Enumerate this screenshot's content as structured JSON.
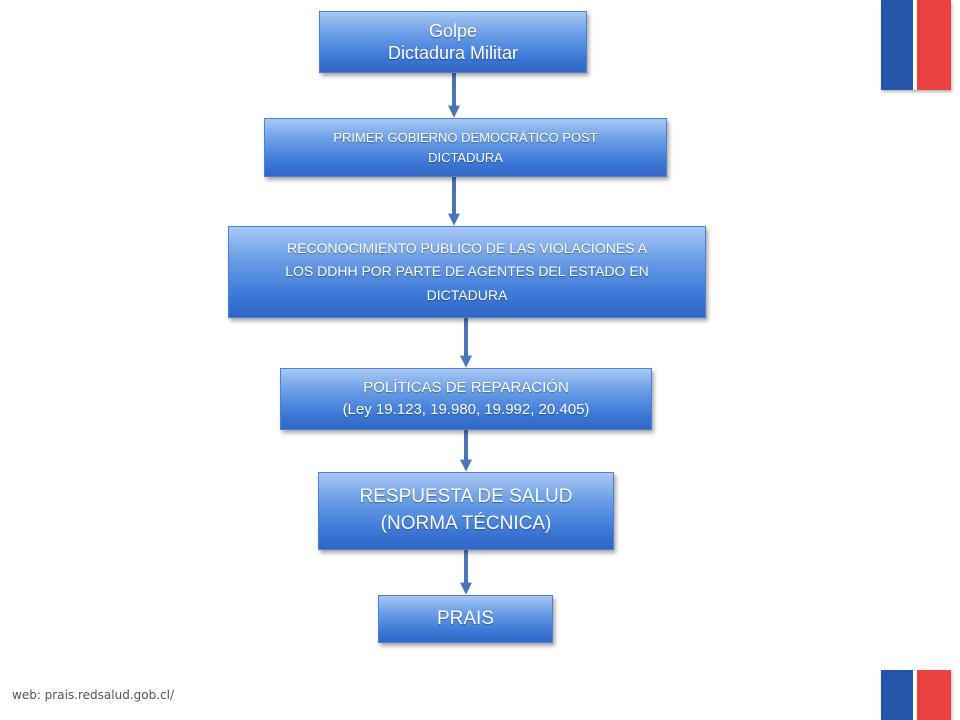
{
  "boxes": [
    {
      "lines": [
        "Golpe",
        "Dictadura Militar"
      ]
    },
    {
      "lines": [
        "PRIMER GOBIERNO DEMOCRÁTICO POST",
        "DICTADURA"
      ]
    },
    {
      "lines": [
        "RECONOCIMIENTO PUBLICO DE LAS VIOLACIONES A",
        "LOS DDHH POR PARTE DE AGENTES DEL ESTADO EN",
        "DICTADURA"
      ]
    },
    {
      "lines": [
        "POLÍTICAS DE REPARACIÓN",
        "(Ley 19.123, 19.980, 19.992, 20.405)"
      ]
    },
    {
      "lines": [
        "RESPUESTA DE SALUD",
        "(NORMA TÉCNICA)"
      ]
    },
    {
      "lines": [
        "PRAIS"
      ]
    }
  ],
  "footer": {
    "url": "web: prais.redsalud.gob.cl/"
  },
  "colors": {
    "box": "#3d79d8",
    "arrow": "#4a76b8",
    "flag_blue": "#2356a8",
    "flag_red": "#ea4241"
  }
}
